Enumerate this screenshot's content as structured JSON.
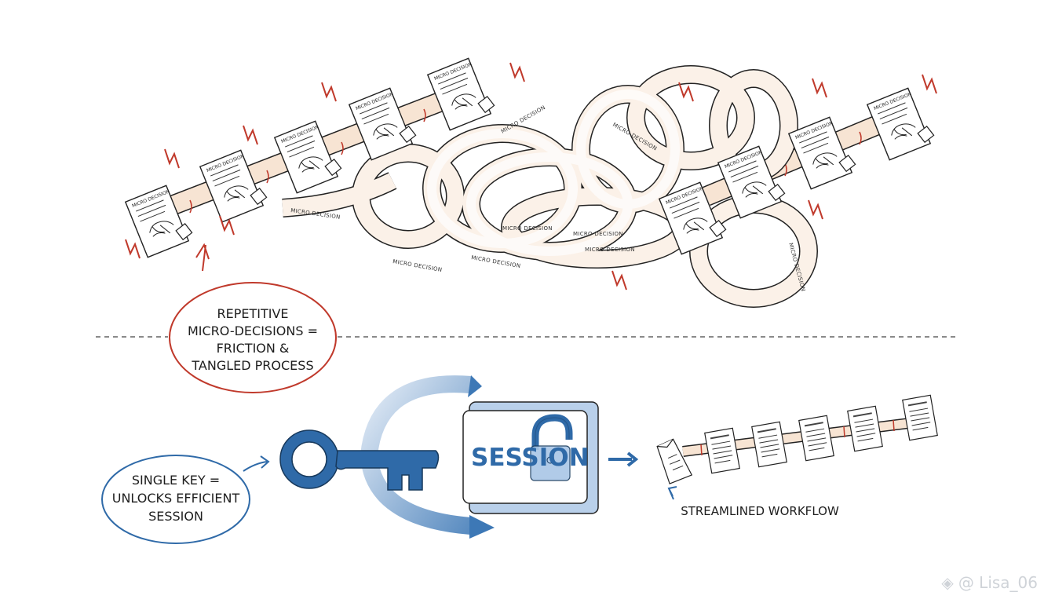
{
  "diagram": {
    "top_section": {
      "theme": "friction",
      "callout": {
        "lines": [
          "REPETITIVE",
          "MICRO-DECISIONS =",
          "FRICTION &",
          "TANGLED PROCESS"
        ],
        "border_color": "#c0392b"
      },
      "document_label": "MICRO DECISION",
      "ribbon_label": "MICRO DECISION",
      "accent_colors": {
        "lightning": "#c0392b",
        "ribbon_fill": "#f7e4d3",
        "outline": "#222222"
      }
    },
    "divider": {
      "style": "dashed"
    },
    "bottom_section": {
      "theme": "efficiency",
      "callout": {
        "lines": [
          "SINGLE KEY =",
          "UNLOCKS EFFICIENT",
          "SESSION"
        ],
        "border_color": "#2f6aa8"
      },
      "key_icon": "key-icon",
      "session_box": {
        "label": "SESSION",
        "icon": "padlock-open-icon"
      },
      "workflow_label": "STREAMLINED WORKFLOW",
      "accent_colors": {
        "primary": "#2f6aa8",
        "light": "#a9c6e6"
      }
    }
  },
  "watermark": {
    "text": "@ Lisa_06",
    "icon": "diamond-logo-icon"
  }
}
